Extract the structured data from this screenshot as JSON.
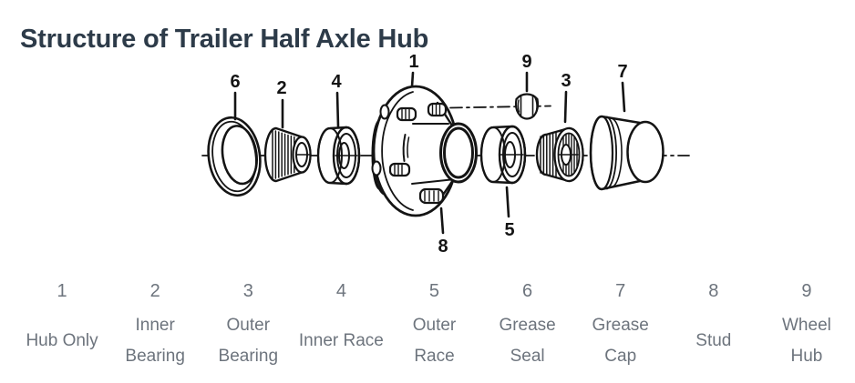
{
  "title": "Structure of Trailer Half Axle Hub",
  "colors": {
    "title_text": "#2d3b49",
    "legend_text": "#6d747d",
    "line_art": "#141414",
    "background": "#ffffff"
  },
  "diagram": {
    "name": "trailer-half-axle-hub-exploded-view",
    "callouts": [
      "1",
      "2",
      "3",
      "4",
      "5",
      "6",
      "7",
      "8",
      "9"
    ]
  },
  "legend": {
    "items": [
      {
        "number": "1",
        "label": "Hub Only",
        "lines": [
          "Hub Only"
        ]
      },
      {
        "number": "2",
        "label": "Inner Bearing",
        "lines": [
          "Inner",
          "Bearing"
        ]
      },
      {
        "number": "3",
        "label": "Outer Bearing",
        "lines": [
          "Outer",
          "Bearing"
        ]
      },
      {
        "number": "4",
        "label": "Inner Race",
        "lines": [
          "Inner Race"
        ]
      },
      {
        "number": "5",
        "label": "Outer Race",
        "lines": [
          "Outer",
          "Race"
        ]
      },
      {
        "number": "6",
        "label": "Grease Seal",
        "lines": [
          "Grease",
          "Seal"
        ]
      },
      {
        "number": "7",
        "label": "Grease Cap",
        "lines": [
          "Grease",
          "Cap"
        ]
      },
      {
        "number": "8",
        "label": "Stud",
        "lines": [
          "Stud"
        ]
      },
      {
        "number": "9",
        "label": "Wheel Hub",
        "lines": [
          "Wheel",
          "Hub"
        ]
      }
    ]
  }
}
